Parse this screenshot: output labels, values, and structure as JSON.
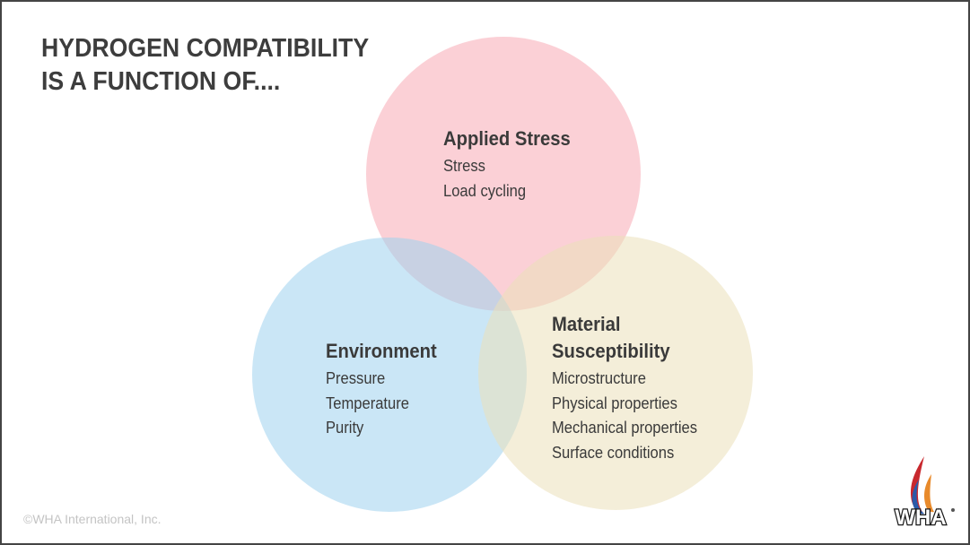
{
  "title": {
    "line1": "HYDROGEN COMPATIBILITY",
    "line2": "IS A FUNCTION OF...."
  },
  "groups": {
    "stress": {
      "heading": "Applied Stress",
      "items": [
        "Stress",
        "Load cycling"
      ],
      "color": "#f7a9b4"
    },
    "environment": {
      "heading": "Environment",
      "items": [
        "Pressure",
        "Temperature",
        "Purity"
      ],
      "color": "#9ed2ee"
    },
    "material": {
      "heading_line1": "Material",
      "heading_line2": "Susceptibility",
      "items": [
        "Microstructure",
        "Physical properties",
        "Mechanical properties",
        "Surface conditions"
      ],
      "color": "#ebe0b9"
    }
  },
  "footer": {
    "copyright": "©WHA International, Inc."
  },
  "logo": {
    "text": "WHA",
    "icon": "flame-logo-icon"
  }
}
